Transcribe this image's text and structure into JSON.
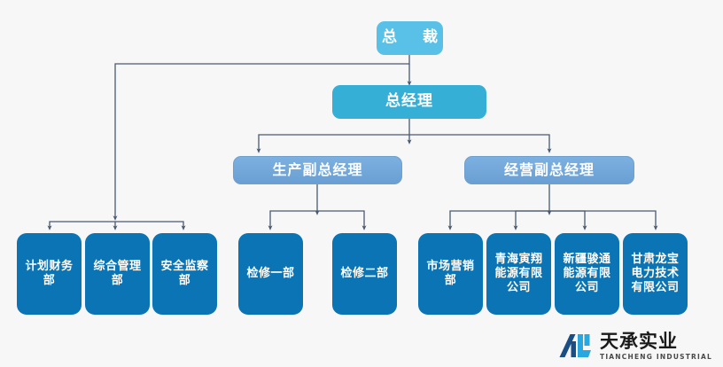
{
  "page": {
    "background_color": "#f7f7f7",
    "title": "组织架构图"
  },
  "colors": {
    "president": "#59c1e8",
    "general_manager": "#35afd6",
    "deputy": "#6fa8dc",
    "department": "#0a74b5",
    "connector": "#4a5a72",
    "text": "#ffffff"
  },
  "org_chart": {
    "president": {
      "label": "总　裁"
    },
    "general_manager": {
      "label": "总经理"
    },
    "deputies": [
      {
        "label": "生产副总经理"
      },
      {
        "label": "经营副总经理"
      }
    ],
    "president_departments": [
      {
        "label": "计划财务部"
      },
      {
        "label": "综合管理部"
      },
      {
        "label": "安全监察部"
      }
    ],
    "production_departments": [
      {
        "label": "检修一部"
      },
      {
        "label": "检修二部"
      }
    ],
    "operations_departments": [
      {
        "label": "市场营销部"
      },
      {
        "label": "青海寅翔能源有限公司"
      },
      {
        "label": "新疆骏通能源有限公司"
      },
      {
        "label": "甘肃龙宝电力技术有限公司"
      }
    ]
  },
  "logo": {
    "name_cn": "天承实业",
    "name_en": "TIANCHENG INDUSTRIAL",
    "mark_dark": "#1c4e86",
    "mark_light": "#29a8df"
  }
}
